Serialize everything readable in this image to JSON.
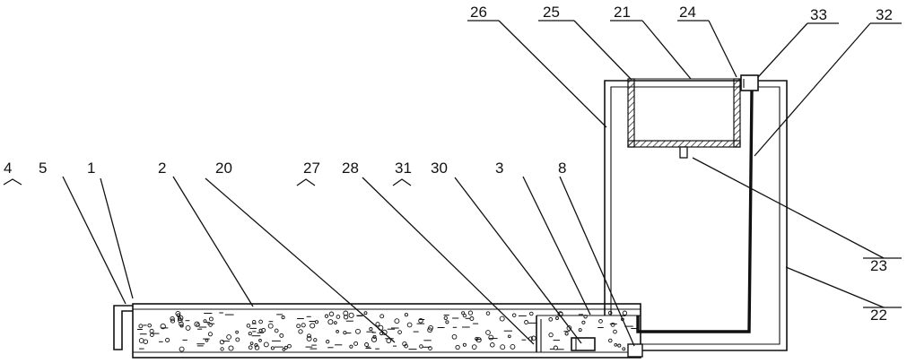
{
  "figure": {
    "labels": {
      "l1": "1",
      "l2": "2",
      "l3": "3",
      "l4": "4",
      "l5": "5",
      "l8": "8",
      "l20": "20",
      "l21": "21",
      "l22": "22",
      "l23": "23",
      "l24": "24",
      "l25": "25",
      "l26": "26",
      "l27": "27",
      "l28": "28",
      "l30": "30",
      "l31": "31",
      "l32": "32",
      "l33": "33"
    }
  }
}
